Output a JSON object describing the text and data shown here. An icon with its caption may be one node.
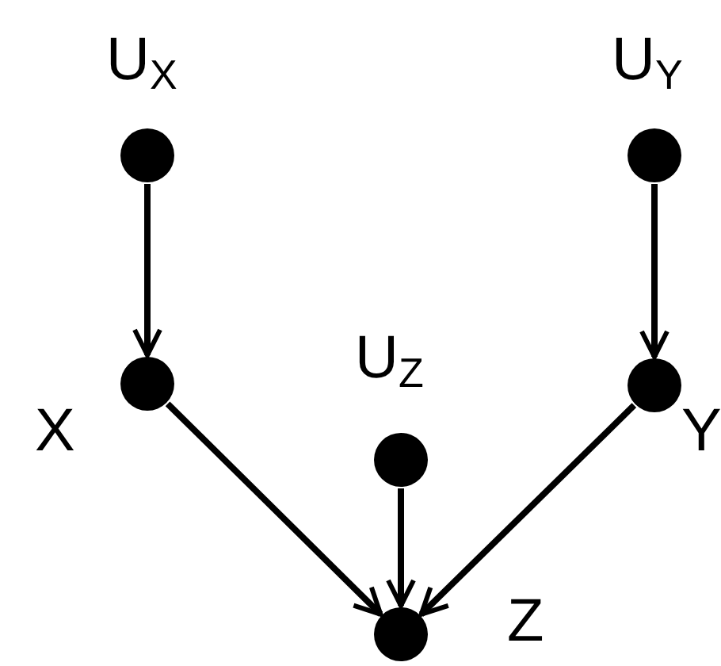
{
  "diagram": {
    "nodes": [
      {
        "text": [],
        "shape": "circle",
        "beside": [
          "U$_{X}$"
        ]
      },
      {
        "text": [],
        "shape": "circle",
        "beside": [
          "U$_{Y}$"
        ]
      },
      {
        "text": [],
        "shape": "circle",
        "beside": [
          "X"
        ]
      },
      {
        "text": [],
        "shape": "circle",
        "beside": [
          "U$_{Z}$"
        ]
      },
      {
        "text": [],
        "shape": "circle",
        "beside": [
          "Y"
        ]
      },
      {
        "text": [],
        "shape": "circle",
        "beside": [
          "Z"
        ]
      }
    ],
    "edges": [
      {
        "from": 0,
        "to": 2,
        "arrow": "to"
      },
      {
        "from": 1,
        "to": 4,
        "arrow": "to"
      },
      {
        "from": 2,
        "to": 5,
        "arrow": "to"
      },
      {
        "from": 3,
        "to": 5,
        "arrow": "to"
      },
      {
        "from": 4,
        "to": 5,
        "arrow": "to"
      }
    ]
  }
}
